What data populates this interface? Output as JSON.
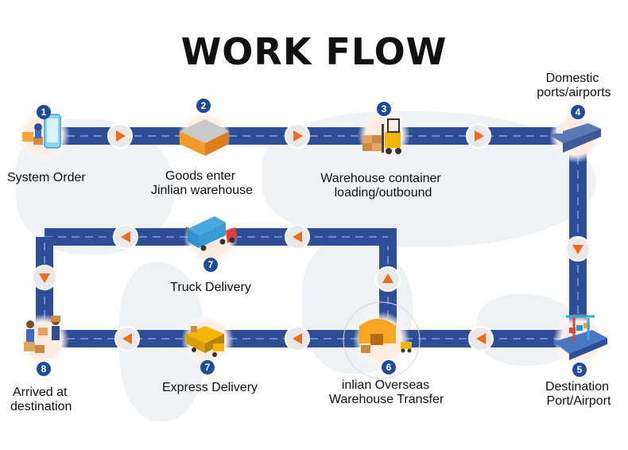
{
  "title": "WORK FLOW",
  "colors": {
    "track": "#2e4f97",
    "arrow": "#f26b1d",
    "badge": "#1f4c9a",
    "map": "#e6eaef"
  },
  "steps": [
    {
      "badge": "1",
      "label_lines": [
        "System Order"
      ],
      "icon": "phone-order-icon"
    },
    {
      "badge": "2",
      "label_lines": [
        "Goods enter",
        "Jinlian warehouse"
      ],
      "icon": "warehouse-icon"
    },
    {
      "badge": "3",
      "label_lines": [
        "Warehouse container",
        "loading/outbound"
      ],
      "icon": "forklift-icon"
    },
    {
      "badge": "4",
      "label_lines": [
        "Domestic",
        "ports/airports"
      ],
      "icon": "cargo-ship-icon"
    },
    {
      "badge": "5",
      "label_lines": [
        "Destination",
        "Port/Airport"
      ],
      "icon": "port-crane-icon"
    },
    {
      "badge": "6",
      "label_lines": [
        "inlian Overseas",
        "Warehouse Transfer"
      ],
      "icon": "overseas-warehouse-icon"
    },
    {
      "badge": "7",
      "label_lines": [
        "Express Delivery"
      ],
      "icon": "delivery-van-icon"
    },
    {
      "badge": "7",
      "label_lines": [
        "Truck Delivery"
      ],
      "icon": "truck-icon"
    },
    {
      "badge": "8",
      "label_lines": [
        "Arrived at",
        "destination"
      ],
      "icon": "workers-boxes-icon"
    }
  ]
}
